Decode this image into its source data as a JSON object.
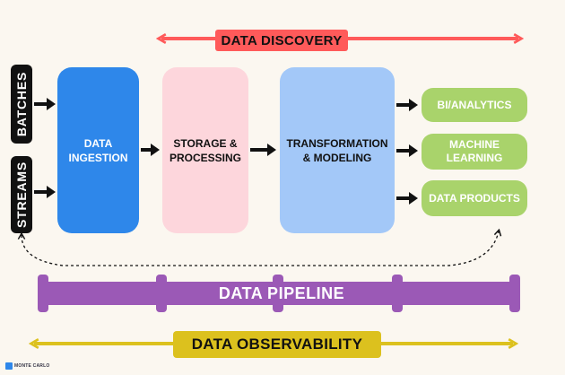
{
  "colors": {
    "discovery": "#ff5a5a",
    "ingestion": "#2e87ea",
    "storage": "#fdd6dc",
    "transformation": "#a3c8f8",
    "outputs": "#a9d36b",
    "pipeline": "#9b59b6",
    "observability": "#dcc11e",
    "arrows": "#111111"
  },
  "top": {
    "discovery_label": "DATA DISCOVERY"
  },
  "sources": {
    "batches": "BATCHES",
    "streams": "STREAMS"
  },
  "stages": {
    "ingestion": "DATA\nINGESTION",
    "storage": "STORAGE &\nPROCESSING",
    "transformation": "TRANSFORMATION\n& MODELING"
  },
  "outputs": {
    "bi": "BI/ANALYTICS",
    "ml": "MACHINE\nLEARNING",
    "dp": "DATA PRODUCTS"
  },
  "pipeline": {
    "label": "DATA PIPELINE"
  },
  "bottom": {
    "observability_label": "DATA OBSERVABILITY"
  },
  "logo": {
    "text": "MONTE CARLO",
    "icon": "monte-carlo-logo-icon"
  }
}
